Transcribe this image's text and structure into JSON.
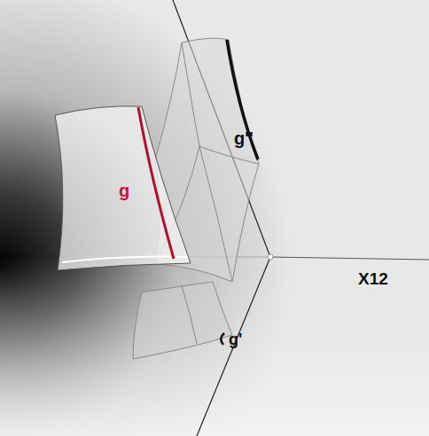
{
  "diagram": {
    "labels": [
      "g''",
      "g",
      "g'",
      "X12"
    ]
  }
}
